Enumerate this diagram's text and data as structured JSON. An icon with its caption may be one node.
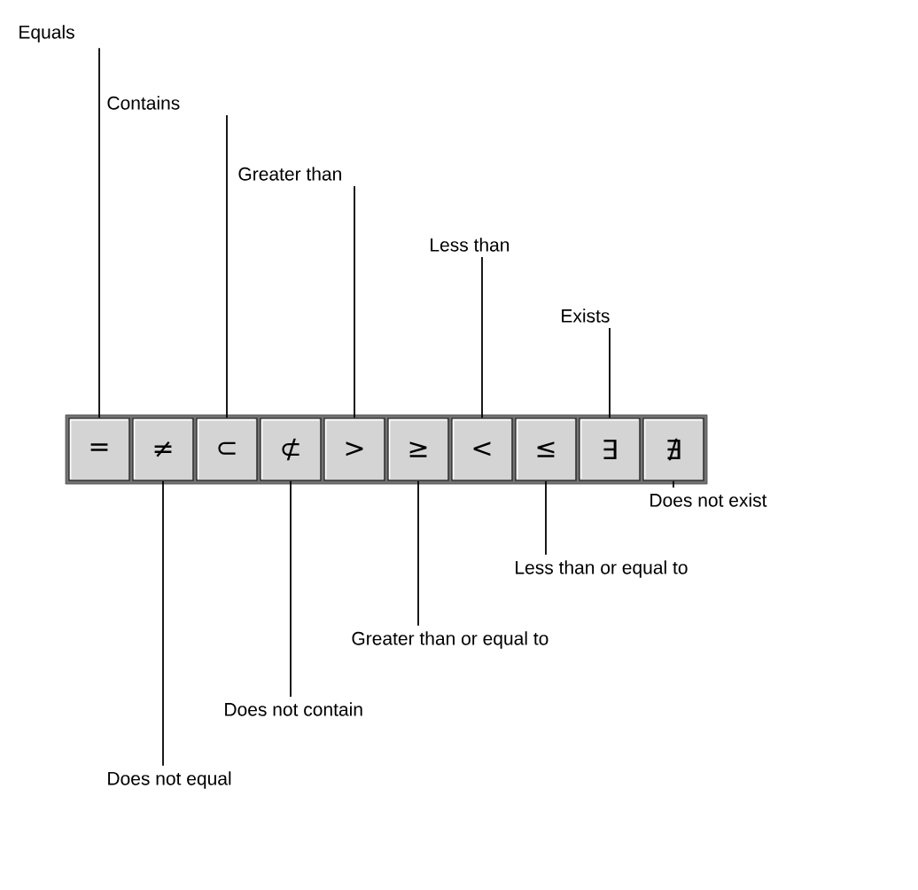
{
  "diagram": {
    "nodes": [
      {
        "text": [
          "="
        ]
      },
      {
        "text": [
          "≠"
        ]
      },
      {
        "text": [
          "⊂"
        ]
      },
      {
        "text": [
          "⊄"
        ]
      },
      {
        "text": [
          ">"
        ]
      },
      {
        "text": [
          "≥"
        ]
      },
      {
        "text": [
          "<"
        ]
      },
      {
        "text": [
          "≤"
        ]
      },
      {
        "text": [
          "∃"
        ]
      },
      {
        "text": [
          "∄"
        ]
      },
      {
        "text": [
          "Equals"
        ]
      },
      {
        "text": [
          "Contains"
        ]
      },
      {
        "text": [
          "Greater than"
        ]
      },
      {
        "text": [
          "Less than"
        ]
      },
      {
        "text": [
          "Exists"
        ]
      },
      {
        "text": [
          "Does not exist"
        ]
      },
      {
        "text": [
          "Less than or equal to"
        ]
      },
      {
        "text": [
          "Greater than or equal to"
        ]
      },
      {
        "text": [
          "Does not contain"
        ]
      },
      {
        "text": [
          "Does not equal"
        ]
      }
    ],
    "edges": [
      {
        "from": 10,
        "to": 0,
        "arrow": "none"
      },
      {
        "from": 11,
        "to": 2,
        "arrow": "none"
      },
      {
        "from": 12,
        "to": 4,
        "arrow": "none"
      },
      {
        "from": 13,
        "to": 6,
        "arrow": "none"
      },
      {
        "from": 14,
        "to": 8,
        "arrow": "none"
      },
      {
        "from": 15,
        "to": 9,
        "arrow": "none"
      },
      {
        "from": 16,
        "to": 7,
        "arrow": "none"
      },
      {
        "from": 17,
        "to": 5,
        "arrow": "none"
      },
      {
        "from": 18,
        "to": 3,
        "arrow": "none"
      },
      {
        "from": 19,
        "to": 1,
        "arrow": "none"
      }
    ]
  }
}
